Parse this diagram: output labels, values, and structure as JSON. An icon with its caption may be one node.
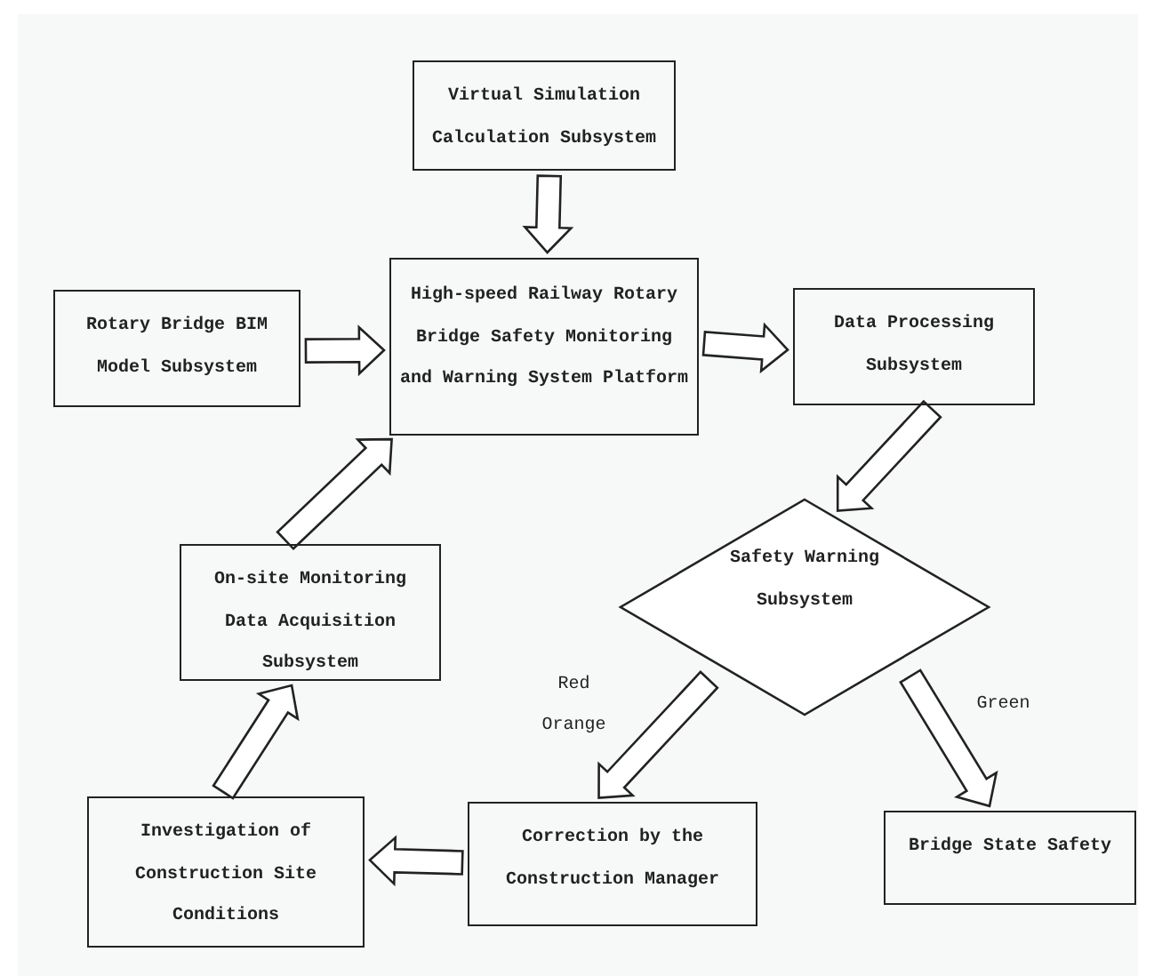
{
  "diagram": {
    "nodes": [
      {
        "text": [
          "Virtual Simulation Calculation Subsystem"
        ]
      },
      {
        "text": [
          "Rotary Bridge BIM Model Subsystem"
        ]
      },
      {
        "text": [
          "High-speed Railway Rotary Bridge Safety Monitoring and Warning System Platform"
        ]
      },
      {
        "text": [
          "Data Processing Subsystem"
        ]
      },
      {
        "text": [
          "Safety Warning Subsystem"
        ]
      },
      {
        "text": [
          "On-site Monitoring Data Acquisition Subsystem"
        ]
      },
      {
        "text": [
          "Investigation of Construction Site Conditions"
        ]
      },
      {
        "text": [
          "Correction by the Construction Manager"
        ]
      },
      {
        "text": [
          "Bridge State Safety"
        ]
      }
    ],
    "edges": [
      {
        "from": 0,
        "to": 2,
        "arrow": "to"
      },
      {
        "from": 1,
        "to": 2,
        "arrow": "to"
      },
      {
        "from": 2,
        "to": 3,
        "arrow": "to"
      },
      {
        "from": 3,
        "to": 4,
        "arrow": "to"
      },
      {
        "from": 4,
        "to": 7,
        "arrow": "to",
        "label": "Red Orange"
      },
      {
        "from": 4,
        "to": 8,
        "arrow": "to",
        "label": "Green"
      },
      {
        "from": 7,
        "to": 6,
        "arrow": "to"
      },
      {
        "from": 6,
        "to": 5,
        "arrow": "to"
      },
      {
        "from": 5,
        "to": 2,
        "arrow": "to"
      }
    ]
  }
}
